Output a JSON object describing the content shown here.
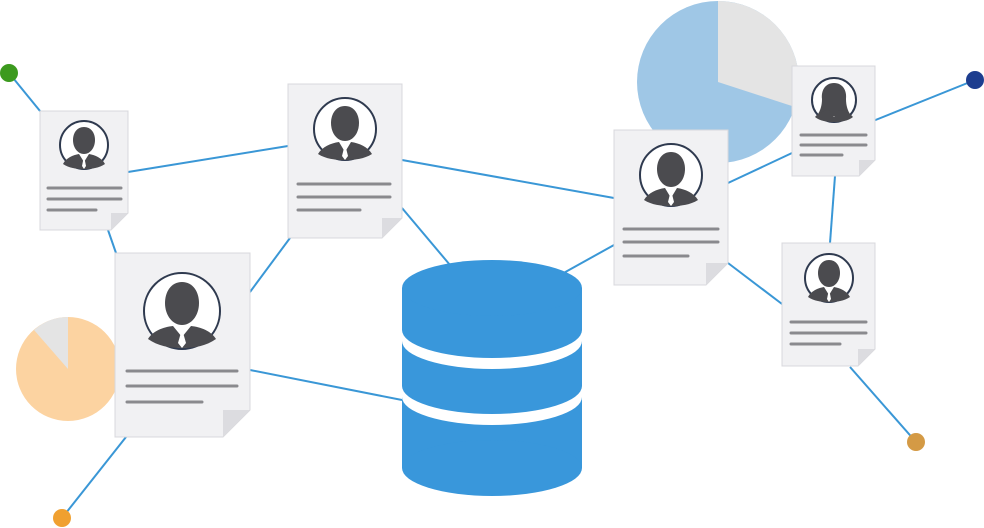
{
  "scene": {
    "database": {
      "icon": "database-icon",
      "color": "#3997db"
    },
    "link_color": "#3a97d6",
    "node_colors": {
      "green": "#3c9a1e",
      "navy": "#1d3d8f",
      "orange": "#f0a030",
      "ochre": "#d49a45"
    },
    "pie_charts": [
      {
        "name": "pie-left",
        "colors": [
          "#fcd3a1",
          "#e4e4e4"
        ],
        "large_share": 0.88
      },
      {
        "name": "pie-right",
        "colors": [
          "#9fc7e6",
          "#e4e4e4"
        ],
        "large_share": 0.69
      }
    ],
    "profiles": [
      {
        "name": "profile-card-a",
        "avatar": "male-avatar-icon"
      },
      {
        "name": "profile-card-b",
        "avatar": "male-avatar-icon"
      },
      {
        "name": "profile-card-c",
        "avatar": "female-avatar-icon"
      },
      {
        "name": "profile-card-d",
        "avatar": "male-avatar-icon"
      },
      {
        "name": "profile-card-e",
        "avatar": "male-avatar-icon"
      },
      {
        "name": "profile-card-f",
        "avatar": "male-avatar-icon"
      }
    ]
  }
}
